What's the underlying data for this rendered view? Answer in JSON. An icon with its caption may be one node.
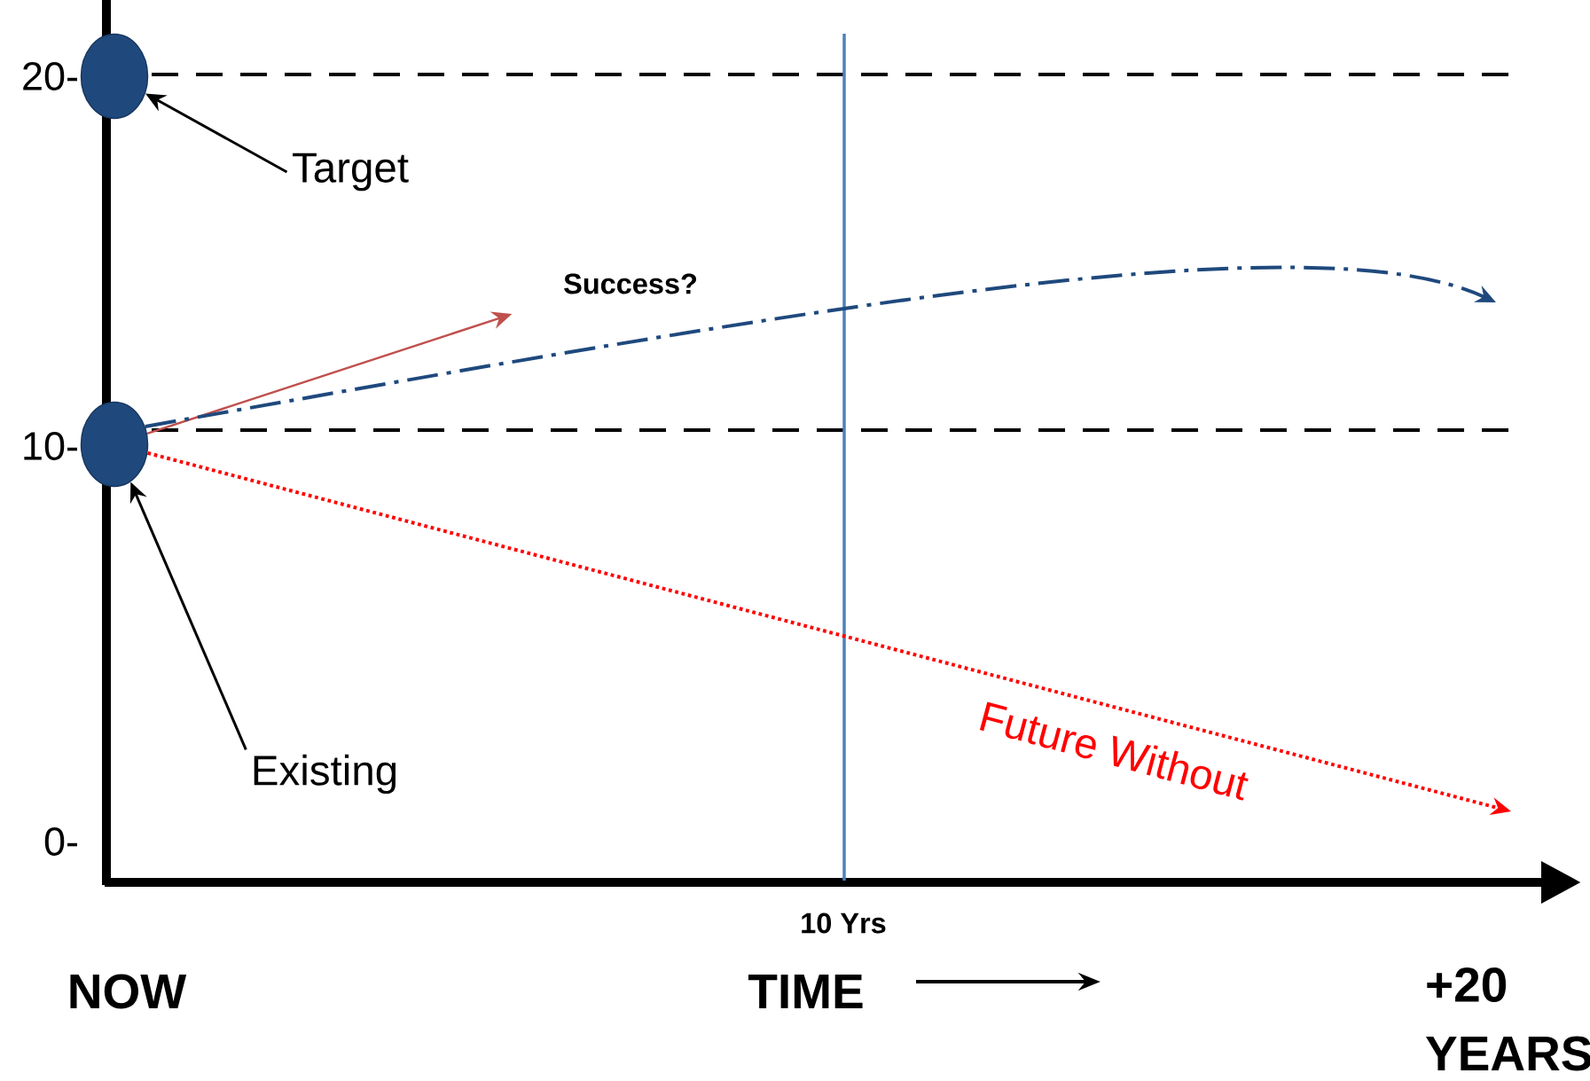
{
  "diagram": {
    "nodes": [
      {
        "text": [],
        "shape": "circle"
      },
      {
        "text": [],
        "shape": "circle"
      },
      {
        "text": [
          "Target"
        ]
      },
      {
        "text": [
          "Existing"
        ]
      },
      {
        "text": [
          "Success?"
        ]
      }
    ],
    "edges": [
      {
        "from": 2,
        "to": 0,
        "arrow": "to"
      },
      {
        "from": 3,
        "to": 1,
        "arrow": "to"
      },
      {
        "from": 1,
        "to": 4,
        "arrow": "to",
        "color": "#c0504d"
      },
      {
        "from": 1,
        "to": null,
        "arrow": "to",
        "style": "dashed",
        "color": "#1f497d"
      },
      {
        "from": 1,
        "to": null,
        "arrow": "to",
        "style": "dashed",
        "color": "#ff0000",
        "label": "Future Without"
      }
    ],
    "labels": [
      "20-",
      "10-",
      "0-",
      "10 Yrs",
      "NOW",
      "TIME",
      "+20 YEARS"
    ]
  }
}
